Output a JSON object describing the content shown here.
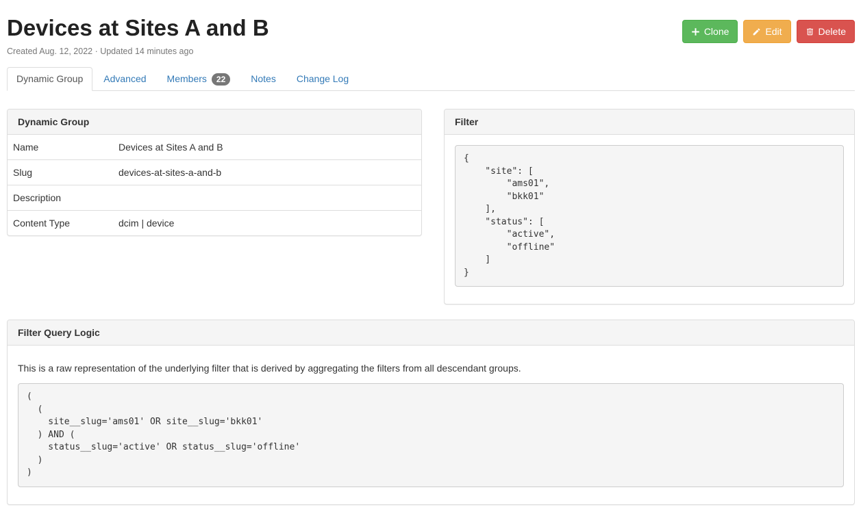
{
  "header": {
    "title": "Devices at Sites A and B",
    "subtitle": "Created Aug. 12, 2022 · Updated 14 minutes ago",
    "buttons": {
      "clone_label": "Clone",
      "edit_label": "Edit",
      "delete_label": "Delete"
    },
    "icons": {
      "clone": "plus-icon",
      "edit": "pencil-icon",
      "delete": "trash-icon"
    }
  },
  "tabs": [
    {
      "label": "Dynamic Group",
      "active": true
    },
    {
      "label": "Advanced",
      "active": false
    },
    {
      "label": "Members",
      "badge": "22",
      "active": false
    },
    {
      "label": "Notes",
      "active": false
    },
    {
      "label": "Change Log",
      "active": false
    }
  ],
  "dynamic_group_panel": {
    "title": "Dynamic Group",
    "rows": [
      {
        "label": "Name",
        "value": "Devices at Sites A and B"
      },
      {
        "label": "Slug",
        "value": "devices-at-sites-a-and-b"
      },
      {
        "label": "Description",
        "value": ""
      },
      {
        "label": "Content Type",
        "value": "dcim | device"
      }
    ]
  },
  "filter_panel": {
    "title": "Filter",
    "code": "{\n    \"site\": [\n        \"ams01\",\n        \"bkk01\"\n    ],\n    \"status\": [\n        \"active\",\n        \"offline\"\n    ]\n}"
  },
  "filter_query_logic_panel": {
    "title": "Filter Query Logic",
    "description": "This is a raw representation of the underlying filter that is derived by aggregating the filters from all descendant groups.",
    "code": "(\n  (\n    site__slug='ams01' OR site__slug='bkk01'\n  ) AND (\n    status__slug='active' OR status__slug='offline'\n  )\n)"
  },
  "colors": {
    "clone_green": "#5cb85c",
    "edit_orange": "#f0ad4e",
    "delete_red": "#d9534f",
    "link_blue": "#337ab7",
    "badge_gray": "#777777",
    "panel_heading_bg": "#f5f5f5",
    "panel_border": "#dddddd",
    "code_bg": "#f5f5f5"
  }
}
